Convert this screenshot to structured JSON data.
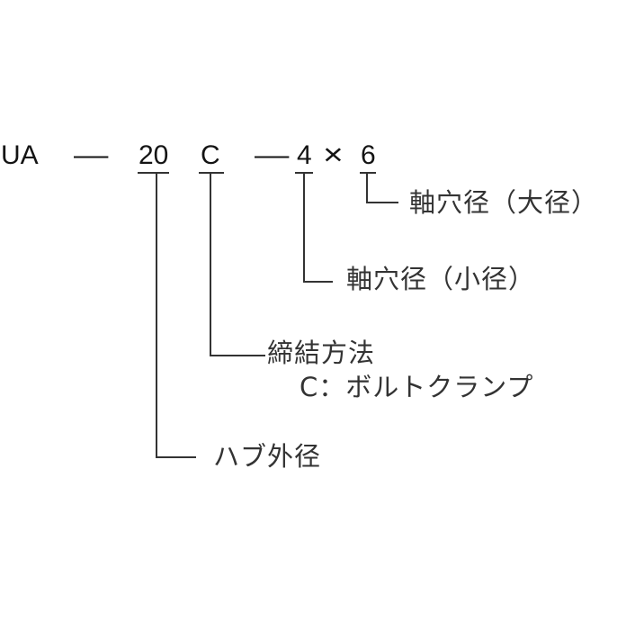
{
  "diagram": {
    "code": {
      "series": "UA",
      "dash1": "—",
      "hub_size": "20",
      "fastening_code": "C",
      "dash2": "—",
      "bore_small": "4",
      "separator": "×",
      "bore_large": "6"
    },
    "labels": {
      "bore_large": "軸穴径（大径）",
      "bore_small": "軸穴径（小径）",
      "fastening_method": "締結方法",
      "fastening_option": "C：ボルトクランプ",
      "hub_outer_diameter": "ハブ外径"
    },
    "colors": {
      "code_text": "#141414",
      "label_text": "#333333",
      "leader_lines": "#333333",
      "background": "#ffffff"
    }
  }
}
